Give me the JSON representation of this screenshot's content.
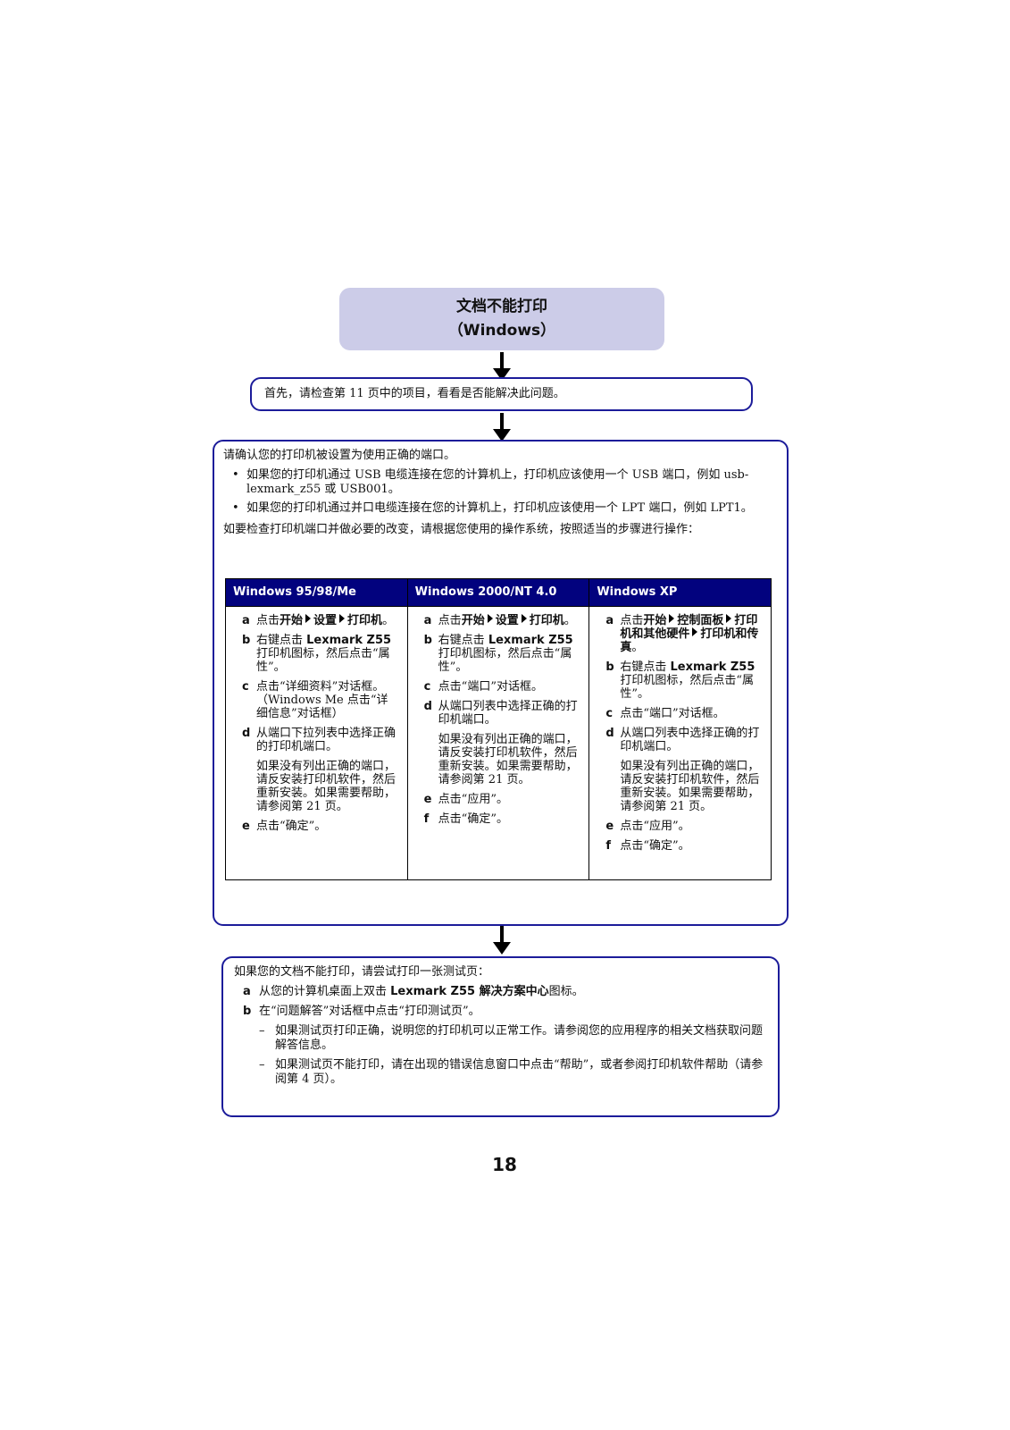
{
  "title": {
    "line1": "文档不能打印",
    "line2": "（Windows）"
  },
  "step1": "首先，请检查第 11 页中的项目，看看是否能解决此问题。",
  "port_check": {
    "intro": "请确认您的打印机被设置为使用正确的端口。",
    "bullets": [
      "如果您的打印机通过 USB 电缆连接在您的计算机上，打印机应该使用一个 USB 端口，例如 usb-lexmark_z55 或 USB001。",
      "如果您的打印机通过并口电缆连接在您的计算机上，打印机应该使用一个 LPT 端口，例如 LPT1。"
    ],
    "bullet_mark": "•",
    "after": "如要检查打印机端口并做必要的改变，请根据您使用的操作系统，按照适当的步骤进行操作："
  },
  "columns": [
    {
      "header": "Windows 95/98/Me",
      "a_pre": "点击",
      "a_b1": "开始",
      "a_b2": "设置",
      "a_b3": "打印机",
      "a_post": "。",
      "b_pre": "右键点击 ",
      "b_bold": "Lexmark Z55",
      "b_post": " 打印机图标，然后点击“属性”。",
      "c": "点击“详细资料”对话框。（Windows Me 点击“详细信息”对话框）",
      "d": "从端口下拉列表中选择正确的打印机端口。",
      "d_note": "如果没有列出正确的端口，请反安装打印机软件，然后重新安装。如果需要帮助，请参阅第 21 页。",
      "e": "点击“确定”。"
    },
    {
      "header": "Windows 2000/NT 4.0",
      "a_pre": "点击",
      "a_b1": "开始",
      "a_b2": "设置",
      "a_b3": "打印机",
      "a_post": "。",
      "b_pre": "右键点击 ",
      "b_bold": "Lexmark Z55",
      "b_post": " 打印机图标，然后点击“属性”。",
      "c": "点击“端口”对话框。",
      "d": "从端口列表中选择正确的打印机端口。",
      "d_note": "如果没有列出正确的端口，请反安装打印机软件，然后重新安装。如果需要帮助，请参阅第 21 页。",
      "e": "点击“应用”。",
      "f": "点击“确定”。"
    },
    {
      "header": "Windows XP",
      "a_pre": "点击",
      "a_b1": "开始",
      "a_b2": "控制面板",
      "a_b3": "打印机和其他硬件",
      "a_b4": "打印机和传真",
      "a_post": "。",
      "b_pre": "右键点击 ",
      "b_bold": "Lexmark Z55",
      "b_post": " 打印机图标，然后点击“属性”。",
      "c": "点击“端口”对话框。",
      "d": "从端口列表中选择正确的打印机端口。",
      "d_note": "如果没有列出正确的端口，请反安装打印机软件，然后重新安装。如果需要帮助，请参阅第 21 页。",
      "e": "点击“应用”。",
      "f": "点击“确定”。"
    }
  ],
  "letters": {
    "a": "a",
    "b": "b",
    "c": "c",
    "d": "d",
    "e": "e",
    "f": "f"
  },
  "test_page": {
    "intro": "如果您的文档不能打印，请尝试打印一张测试页：",
    "a_pre": "从您的计算机桌面上双击 ",
    "a_bold": "Lexmark Z55 解决方案中心",
    "a_post": "图标。",
    "b": "在“问题解答”对话框中点击“打印测试页”。",
    "dash_mark": "–",
    "dash1": "如果测试页打印正确，说明您的打印机可以正常工作。请参阅您的应用程序的相关文档获取问题解答信息。",
    "dash2": "如果测试页不能打印，请在出现的错误信息窗口中点击“帮助”，或者参阅打印机软件帮助（请参阅第 4 页）。"
  },
  "page_number": "18",
  "colors": {
    "title_bg": "#cccce8",
    "box_border": "#1c1c9a",
    "table_header": "#02027e"
  },
  "icons": {
    "arrow": "down-arrow-icon",
    "menu_separator": "triangle-right-icon"
  }
}
